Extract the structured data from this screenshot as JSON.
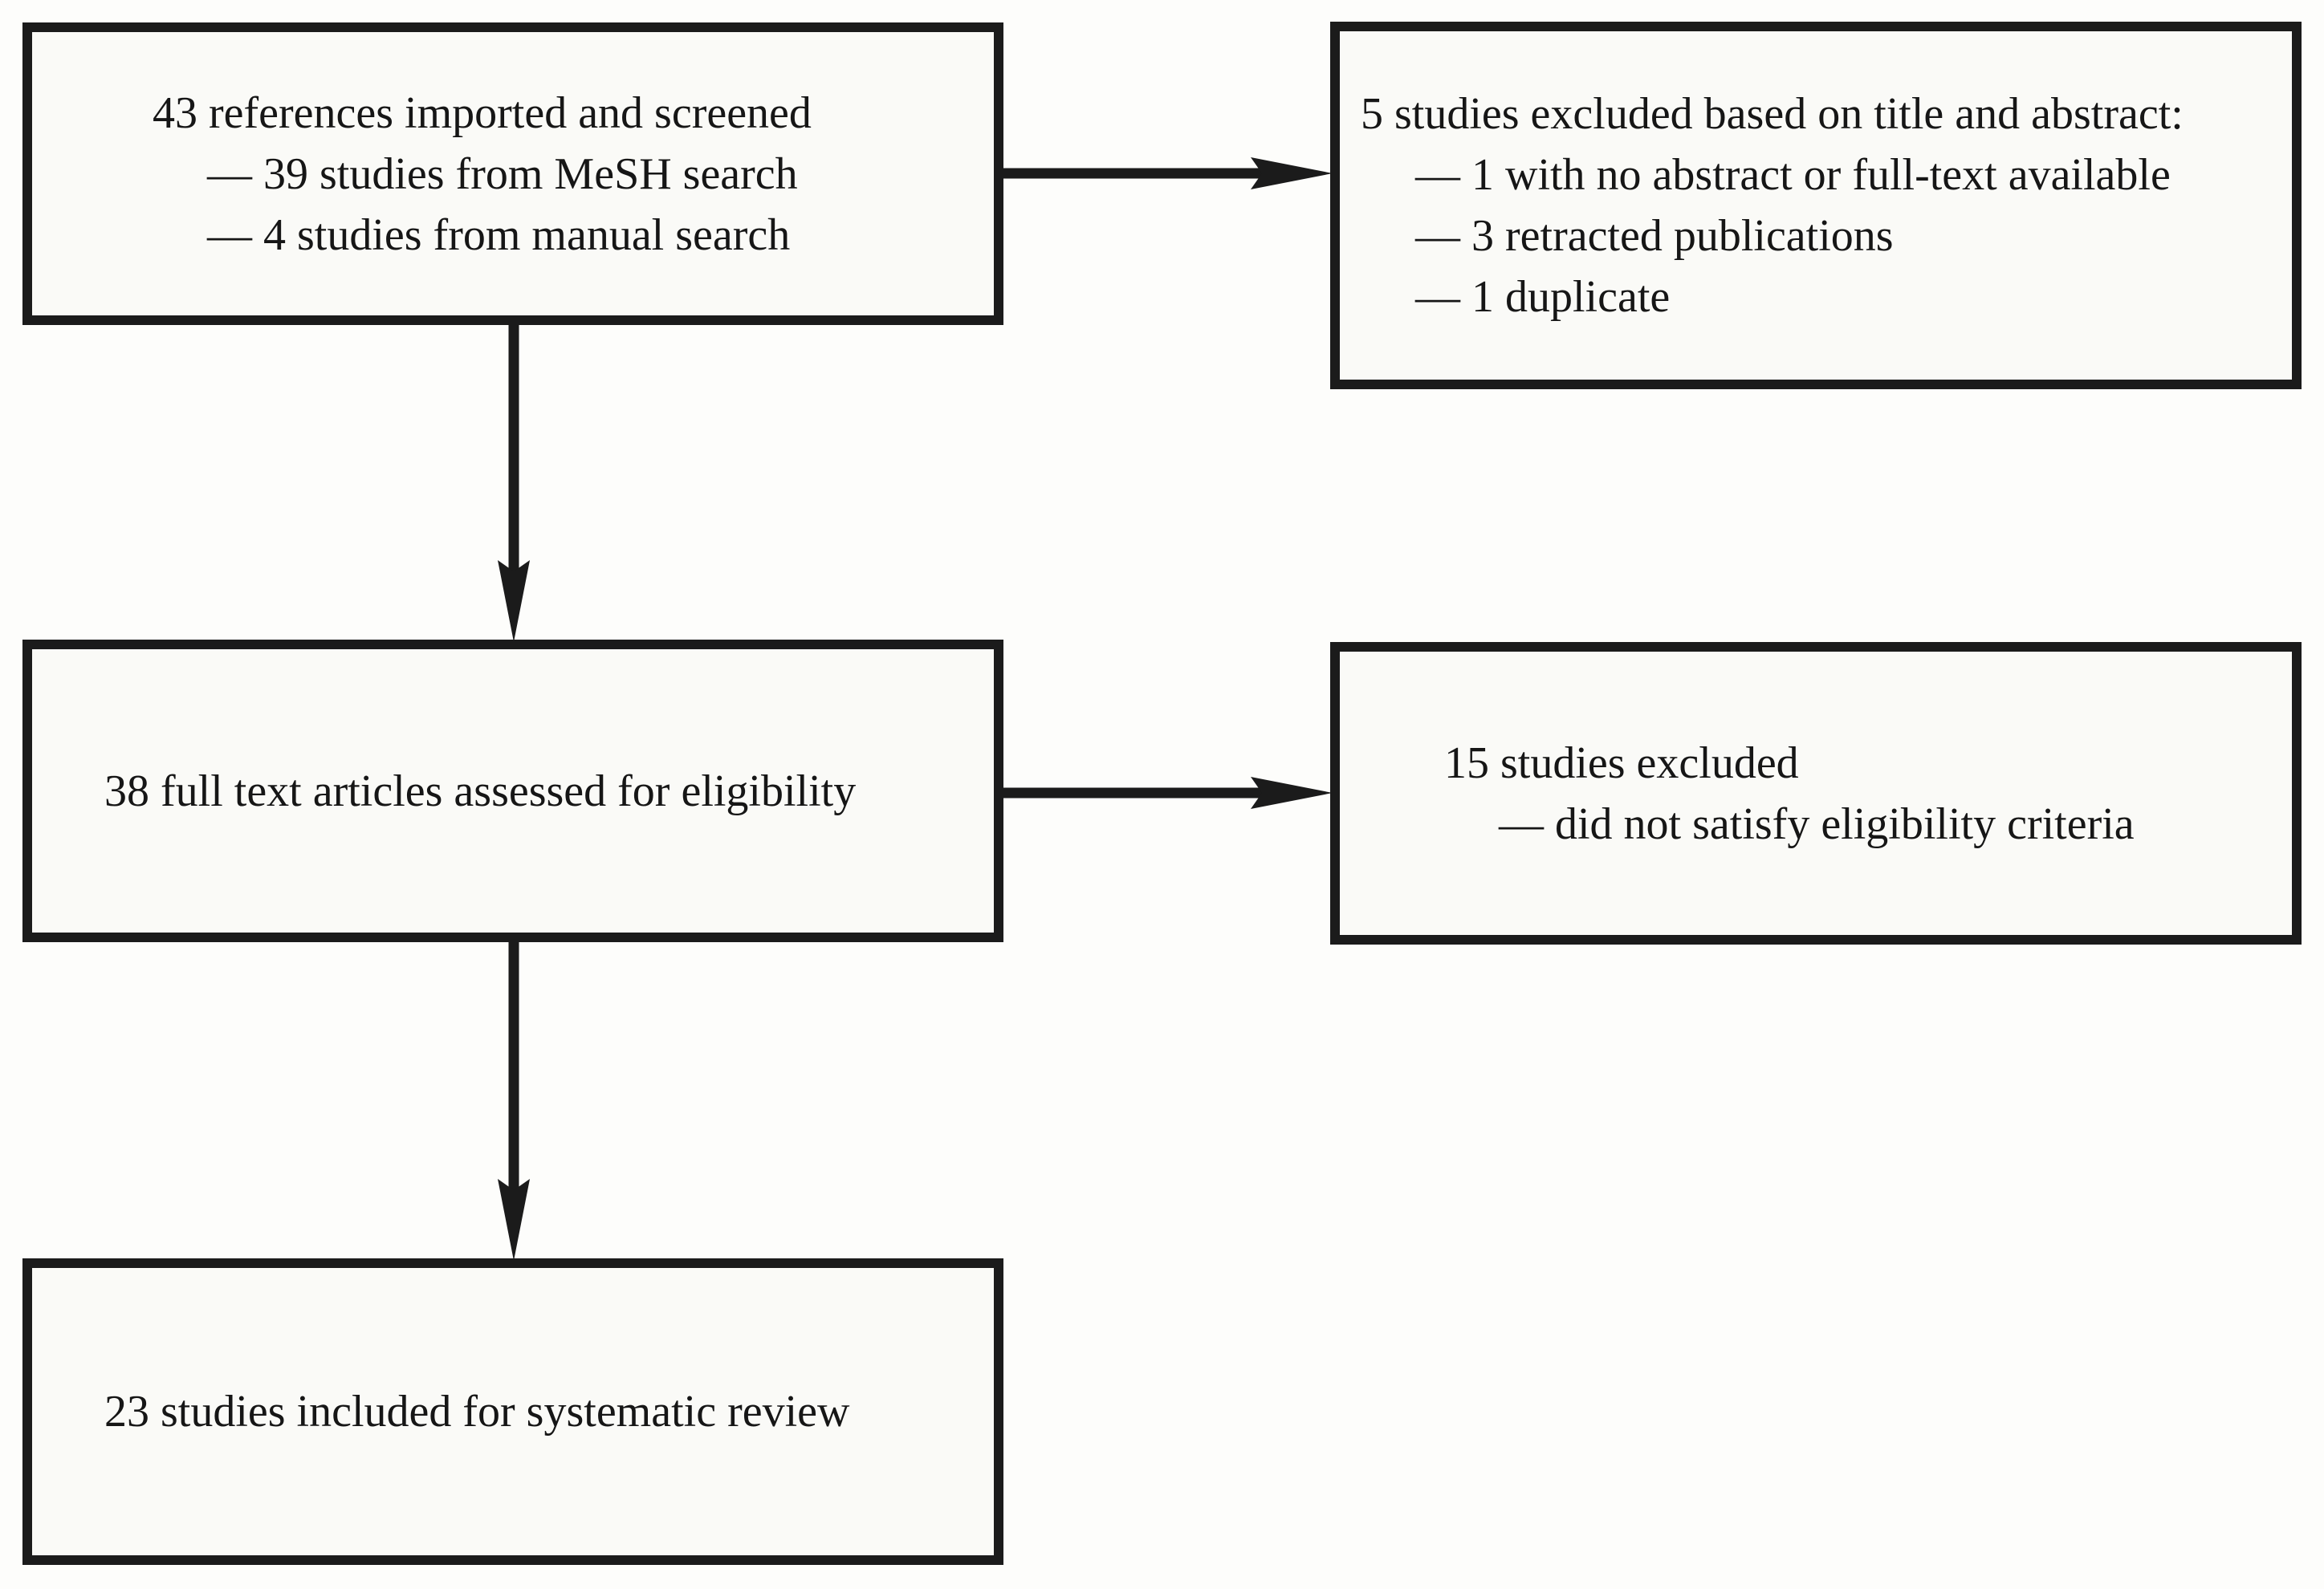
{
  "diagram": {
    "kind": "study-selection-flowchart",
    "boxes": {
      "references_imported": {
        "lines": [
          "43 references imported and screened",
          "— 39 studies from MeSH search",
          "— 4 studies from manual search"
        ]
      },
      "excluded_title_abstract": {
        "lines": [
          "5 studies excluded based on title and abstract:",
          "— 1 with no abstract or full-text available",
          "— 3 retracted publications",
          "— 1 duplicate"
        ]
      },
      "full_text_assessed": {
        "lines": [
          "38 full text articles assessed for eligibility"
        ]
      },
      "excluded_eligibility": {
        "lines": [
          "15 studies excluded",
          "— did not satisfy eligibility criteria"
        ]
      },
      "included": {
        "lines": [
          "23 studies included for systematic review"
        ]
      }
    },
    "edges": [
      {
        "from": "references_imported",
        "to": "excluded_title_abstract",
        "direction": "right"
      },
      {
        "from": "references_imported",
        "to": "full_text_assessed",
        "direction": "down"
      },
      {
        "from": "full_text_assessed",
        "to": "excluded_eligibility",
        "direction": "right"
      },
      {
        "from": "full_text_assessed",
        "to": "included",
        "direction": "down"
      }
    ]
  },
  "colors": {
    "page_bg": "#fdfdfb",
    "box_bg": "#fafaf7",
    "box_border": "#1b1b1b",
    "text": "#161616",
    "arrow": "#1b1b1b"
  }
}
